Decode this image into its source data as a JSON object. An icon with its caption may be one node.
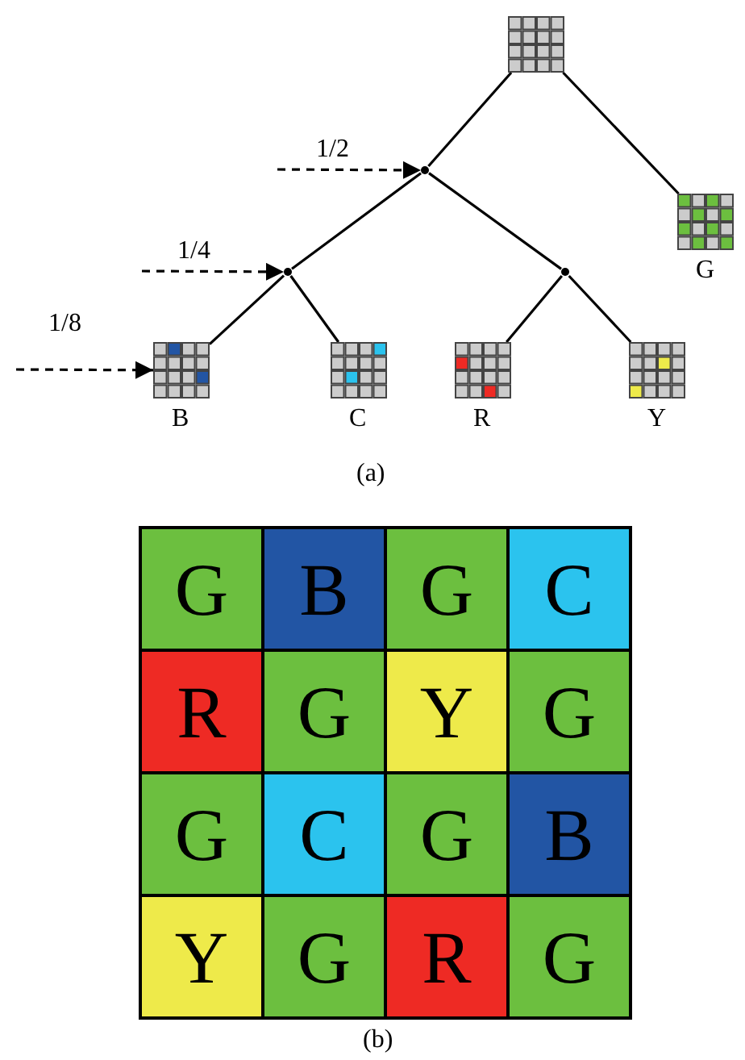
{
  "diagram": {
    "nodes": [
      {
        "text": [],
        "shape": "picture"
      },
      {
        "text": [],
        "shape": "point"
      },
      {
        "text": [],
        "shape": "picture",
        "beside": [
          "G"
        ]
      },
      {
        "text": [],
        "shape": "point"
      },
      {
        "text": [],
        "shape": "point"
      },
      {
        "text": [],
        "shape": "picture",
        "beside": [
          "B"
        ]
      },
      {
        "text": [],
        "shape": "picture",
        "beside": [
          "C"
        ]
      },
      {
        "text": [],
        "shape": "picture",
        "beside": [
          "R"
        ]
      },
      {
        "text": [],
        "shape": "picture",
        "beside": [
          "Y"
        ]
      },
      {
        "text": [
          "G"
        ]
      },
      {
        "text": [
          "B"
        ]
      },
      {
        "text": [
          "G"
        ]
      },
      {
        "text": [
          "C"
        ]
      },
      {
        "text": [
          "R"
        ]
      },
      {
        "text": [
          "G"
        ]
      },
      {
        "text": [
          "Y"
        ]
      },
      {
        "text": [
          "G"
        ]
      },
      {
        "text": [
          "G"
        ]
      },
      {
        "text": [
          "C"
        ]
      },
      {
        "text": [
          "G"
        ]
      },
      {
        "text": [
          "B"
        ]
      },
      {
        "text": [
          "Y"
        ]
      },
      {
        "text": [
          "G"
        ]
      },
      {
        "text": [
          "R"
        ]
      },
      {
        "text": [
          "G"
        ]
      }
    ],
    "edges": [
      {
        "from": 0,
        "to": 1,
        "arrow": "none"
      },
      {
        "from": 0,
        "to": 2,
        "arrow": "none"
      },
      {
        "from": 1,
        "to": 3,
        "arrow": "none"
      },
      {
        "from": 1,
        "to": 4,
        "arrow": "none"
      },
      {
        "from": 3,
        "to": 5,
        "arrow": "none"
      },
      {
        "from": 3,
        "to": 6,
        "arrow": "none"
      },
      {
        "from": 4,
        "to": 7,
        "arrow": "none"
      },
      {
        "from": 4,
        "to": 8,
        "arrow": "none"
      },
      {
        "from": null,
        "to": 1,
        "arrow": "to",
        "label": "1/2",
        "style": "dashed"
      },
      {
        "from": null,
        "to": 3,
        "arrow": "to",
        "label": "1/4",
        "style": "dashed"
      },
      {
        "from": null,
        "to": 5,
        "arrow": "to",
        "label": "1/8",
        "style": "dashed"
      }
    ],
    "labels": [
      "(a)",
      "(b)"
    ]
  }
}
